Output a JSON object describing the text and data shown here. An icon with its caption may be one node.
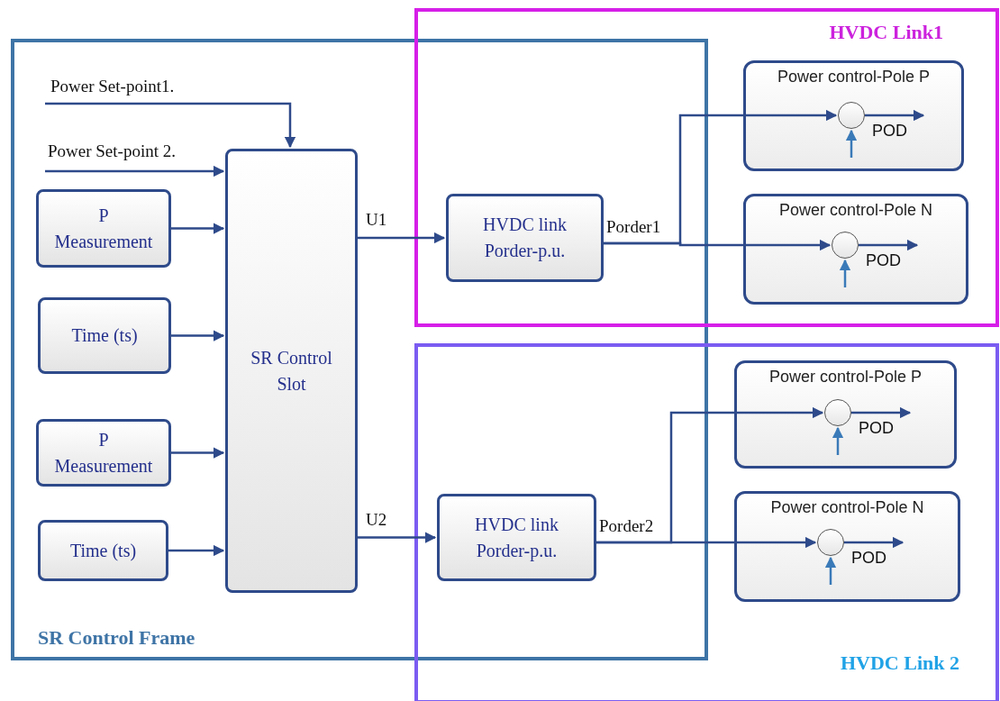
{
  "diagram": {
    "nodes": [
      {
        "text": [
          "SR Control Frame"
        ]
      },
      {
        "text": [
          "HVDC Link1"
        ]
      },
      {
        "text": [
          "HVDC Link 2"
        ]
      },
      {
        "text": [
          "P Measurement"
        ],
        "in": 0
      },
      {
        "text": [
          "Time (ts)"
        ],
        "in": 0
      },
      {
        "text": [
          "P Measurement"
        ],
        "in": 0
      },
      {
        "text": [
          "Time (ts)"
        ],
        "in": 0
      },
      {
        "text": [
          "SR Control Slot"
        ],
        "in": 0
      },
      {
        "text": [
          "HVDC link Porder-p.u."
        ]
      },
      {
        "text": [
          "HVDC link Porder-p.u."
        ]
      },
      {
        "text": [
          "Power control-Pole P"
        ],
        "in": 1
      },
      {
        "text": [],
        "shape": "circle",
        "in": 10
      },
      {
        "text": [
          "Power control-Pole N"
        ],
        "in": 1
      },
      {
        "text": [],
        "shape": "circle",
        "in": 12
      },
      {
        "text": [
          "Power control-Pole P"
        ],
        "in": 2
      },
      {
        "text": [],
        "shape": "circle",
        "in": 14
      },
      {
        "text": [
          "Power control-Pole N"
        ],
        "in": 2
      },
      {
        "text": [],
        "shape": "circle",
        "in": 16
      }
    ],
    "edges": [
      {
        "from": null,
        "to": 7,
        "arrow": "to",
        "label": "Power Set-point1."
      },
      {
        "from": null,
        "to": 7,
        "arrow": "to",
        "label": "Power Set-point 2."
      },
      {
        "from": 3,
        "to": 7,
        "arrow": "to"
      },
      {
        "from": 4,
        "to": 7,
        "arrow": "to"
      },
      {
        "from": 5,
        "to": 7,
        "arrow": "to"
      },
      {
        "from": 6,
        "to": 7,
        "arrow": "to"
      },
      {
        "from": 7,
        "to": 8,
        "arrow": "to",
        "label": "U1"
      },
      {
        "from": 7,
        "to": 9,
        "arrow": "to",
        "label": "U2"
      },
      {
        "from": 8,
        "to": 11,
        "arrow": "to",
        "label": "Porder1"
      },
      {
        "from": 8,
        "to": 13,
        "arrow": "to"
      },
      {
        "from": 9,
        "to": 15,
        "arrow": "to",
        "label": "Porder2"
      },
      {
        "from": 9,
        "to": 17,
        "arrow": "to"
      },
      {
        "from": 11,
        "to": null,
        "arrow": "to",
        "label": "POD"
      },
      {
        "from": 13,
        "to": null,
        "arrow": "to",
        "label": "POD"
      },
      {
        "from": 15,
        "to": null,
        "arrow": "to",
        "label": "POD"
      },
      {
        "from": 17,
        "to": null,
        "arrow": "to",
        "label": "POD"
      },
      {
        "from": null,
        "to": 11,
        "arrow": "to",
        "color": "#3a7ab8"
      },
      {
        "from": null,
        "to": 13,
        "arrow": "to",
        "color": "#3a7ab8"
      },
      {
        "from": null,
        "to": 15,
        "arrow": "to",
        "color": "#3a7ab8"
      },
      {
        "from": null,
        "to": 17,
        "arrow": "to",
        "color": "#3a7ab8"
      }
    ]
  }
}
